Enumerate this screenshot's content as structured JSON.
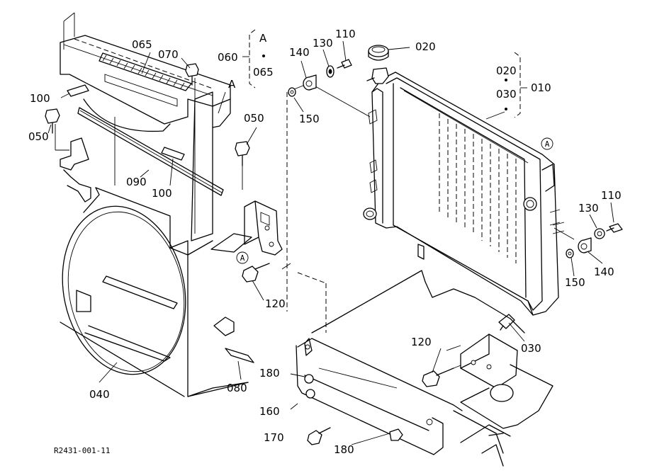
{
  "drawing_code": "R2431-001-11",
  "callouts": {
    "c065_top": "065",
    "c070": "070",
    "c060": "060",
    "c_A_group": "A",
    "c065_group": "065",
    "c_A_plate": "A",
    "c100_left": "100",
    "c050_left": "050",
    "c050_mid": "050",
    "c090": "090",
    "c100_mid": "100",
    "c140_top": "140",
    "c130_top": "130",
    "c110_top": "110",
    "c150_top": "150",
    "c020_cap": "020",
    "c020_group": "020",
    "c030_group": "030",
    "c010": "010",
    "c_A_circle_radiator": "A",
    "c_A_circle_bracket": "A",
    "c110_right": "110",
    "c130_right": "130",
    "c140_right": "140",
    "c150_right": "150",
    "c120_mid": "120",
    "c120_low": "120",
    "c030_drain": "030",
    "c180_top": "180",
    "c160": "160",
    "c170": "170",
    "c180_bottom": "180",
    "c040": "040",
    "c080": "080"
  }
}
